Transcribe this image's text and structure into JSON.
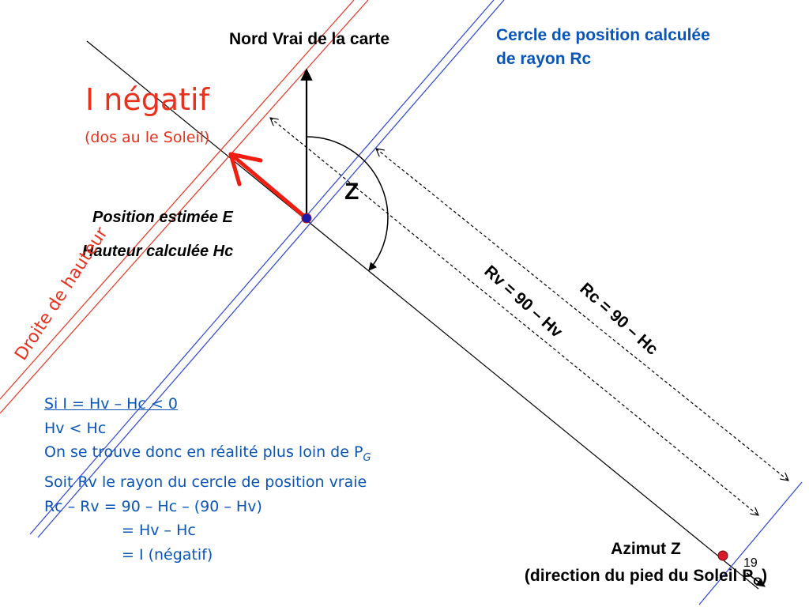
{
  "labels": {
    "nord": "Nord Vrai de la carte",
    "cercle_line1": "Cercle de position calculée",
    "cercle_line2": "de rayon Rc",
    "i_negatif": "I négatif",
    "dos_soleil": "(dos au le Soleil)",
    "z": "Z",
    "position_estimee": "Position estimée E",
    "hauteur_calculee": "Hauteur calculée Hc",
    "droite_hauteur": "Droite de hauteur",
    "rv": "Rv = 90 – Hv",
    "rc": "Rc = 90 – Hc",
    "azimut_line1": "Azimut Z",
    "azimut_line2_pre": "(direction du pied du Soleil P",
    "azimut_sub": "G",
    "azimut_line2_post": ")",
    "page_number": "19"
  },
  "explanation": {
    "condition": "Si I = Hv – Hc < 0",
    "line2": "Hv < Hc",
    "line3_pre": "On se trouve donc en réalité plus loin de P",
    "line3_sub": "G",
    "line4": "Soit Rv le rayon du cercle de position vraie",
    "line5": "Rc – Rv = 90 – Hc – (90 – Hv)",
    "line6": "= Hv – Hc",
    "line7": "= I (négatif)"
  },
  "colors": {
    "red": "#e8321e",
    "blue": "#2b44d6",
    "text_blue": "#0a55b8",
    "point_estimated": "#1a1aa8",
    "point_sun": "#d81a2a"
  }
}
